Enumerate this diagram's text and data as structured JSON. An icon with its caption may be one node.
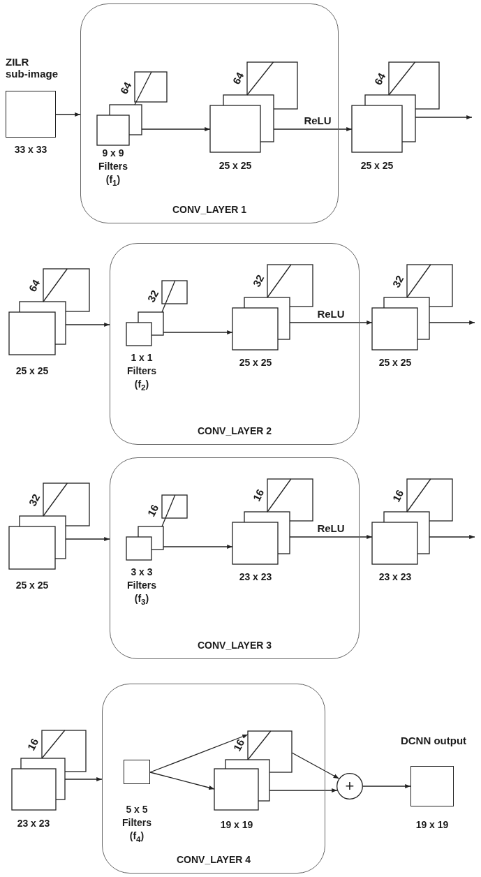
{
  "diagram": {
    "nodes": [
      {
        "text": [
          "ZILR sub-image"
        ],
        "beside": [
          "33 x 33"
        ]
      },
      {
        "text": [
          "CONV_LAYER 1"
        ]
      },
      {
        "text": [
          "64"
        ],
        "in": 1,
        "beside": [
          "9 x 9 Filters (f$_{1}$)"
        ]
      },
      {
        "text": [
          "64"
        ],
        "in": 1,
        "beside": [
          "25 x 25"
        ]
      },
      {
        "text": [
          "64"
        ],
        "beside": [
          "25 x 25"
        ]
      },
      {
        "text": [
          "64"
        ],
        "beside": [
          "25 x 25"
        ]
      },
      {
        "text": [
          "CONV_LAYER 2"
        ]
      },
      {
        "text": [
          "32"
        ],
        "in": 6,
        "beside": [
          "1 x 1 Filters (f$_{2}$)"
        ]
      },
      {
        "text": [
          "32"
        ],
        "in": 6,
        "beside": [
          "25 x 25"
        ]
      },
      {
        "text": [
          "32"
        ],
        "beside": [
          "25 x 25"
        ]
      },
      {
        "text": [
          "32"
        ],
        "beside": [
          "25 x 25"
        ]
      },
      {
        "text": [
          "CONV_LAYER 3"
        ]
      },
      {
        "text": [
          "16"
        ],
        "in": 11,
        "beside": [
          "3 x 3 Filters (f$_{3}$)"
        ]
      },
      {
        "text": [
          "16"
        ],
        "in": 11,
        "beside": [
          "23 x 23"
        ]
      },
      {
        "text": [
          "16"
        ],
        "beside": [
          "23 x 23"
        ]
      },
      {
        "text": [
          "16"
        ],
        "beside": [
          "23 x 23"
        ]
      },
      {
        "text": [
          "CONV_LAYER 4"
        ]
      },
      {
        "text": [],
        "shape": "box",
        "in": 16,
        "beside": [
          "5 x 5 Filters (f$_{4}$)"
        ]
      },
      {
        "text": [
          "16"
        ],
        "in": 16,
        "beside": [
          "19 x 19"
        ]
      },
      {
        "text": [
          "+"
        ]
      },
      {
        "text": [
          "DCNN output"
        ],
        "beside": [
          "19 x 19"
        ]
      }
    ],
    "edges": [
      {
        "from": 0,
        "to": 1,
        "arrow": "to"
      },
      {
        "from": 2,
        "to": 3,
        "arrow": "to"
      },
      {
        "from": 3,
        "to": 4,
        "arrow": "to",
        "label": "ReLU"
      },
      {
        "from": 4,
        "to": null,
        "arrow": "to"
      },
      {
        "from": 5,
        "to": 6,
        "arrow": "to"
      },
      {
        "from": 7,
        "to": 8,
        "arrow": "to"
      },
      {
        "from": 8,
        "to": 9,
        "arrow": "to",
        "label": "ReLU"
      },
      {
        "from": 9,
        "to": null,
        "arrow": "to"
      },
      {
        "from": 10,
        "to": 11,
        "arrow": "to"
      },
      {
        "from": 12,
        "to": 13,
        "arrow": "to"
      },
      {
        "from": 13,
        "to": 14,
        "arrow": "to",
        "label": "ReLU"
      },
      {
        "from": 14,
        "to": null,
        "arrow": "to"
      },
      {
        "from": 15,
        "to": 16,
        "arrow": "to"
      },
      {
        "from": 17,
        "to": 18,
        "arrow": "to"
      },
      {
        "from": 17,
        "to": 18,
        "arrow": "to"
      },
      {
        "from": 18,
        "to": 19,
        "arrow": "to"
      },
      {
        "from": 18,
        "to": 19,
        "arrow": "to"
      },
      {
        "from": 19,
        "to": 20,
        "arrow": "to"
      }
    ]
  }
}
